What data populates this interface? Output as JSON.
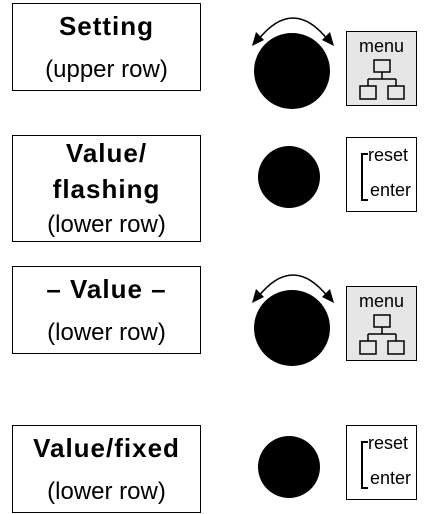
{
  "rows": [
    {
      "label_lines": [
        {
          "text": "Setting",
          "bold": true
        },
        {
          "text": "(upper row)",
          "bold": false
        }
      ],
      "control": "rotary-knob",
      "button": {
        "type": "menu",
        "label": "menu",
        "icon": "tree-icon"
      }
    },
    {
      "label_lines": [
        {
          "text": "Value/",
          "bold": true
        },
        {
          "text": "flashing",
          "bold": true
        },
        {
          "text": "(lower row)",
          "bold": false
        }
      ],
      "control": "push-knob",
      "button": {
        "type": "reset",
        "top": "reset",
        "bottom": "enter"
      }
    },
    {
      "label_lines": [
        {
          "text": "– Value –",
          "bold": true
        },
        {
          "text": "(lower row)",
          "bold": false
        }
      ],
      "control": "rotary-knob",
      "button": {
        "type": "menu",
        "label": "menu",
        "icon": "tree-icon"
      }
    },
    {
      "label_lines": [
        {
          "text": "Value/fixed",
          "bold": true
        },
        {
          "text": "(lower row)",
          "bold": false
        }
      ],
      "control": "push-knob",
      "button": {
        "type": "reset",
        "top": "reset",
        "bottom": "enter"
      }
    }
  ],
  "colors": {
    "knob": "#000000",
    "menu_button_bg": "#e6e6e6",
    "border": "#000000"
  }
}
